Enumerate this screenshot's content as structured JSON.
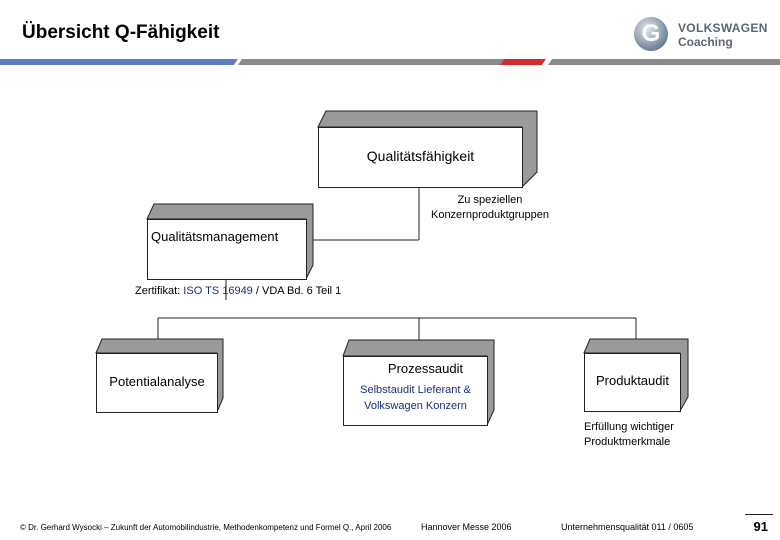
{
  "header": {
    "title": "Übersicht Q-Fähigkeit",
    "logo": {
      "icon": "vw-coaching-logo-icon",
      "line1": "VOLKSWAGEN",
      "line2": "Coaching",
      "glyph": "G"
    }
  },
  "diagram": {
    "top": {
      "label": "Qualitätsfähigkeit",
      "note_line1": "Zu speziellen",
      "note_line2": "Konzernproduktgruppen"
    },
    "management": {
      "label": "Qualitätsmanagement",
      "cert_prefix": "Zertifikat: ",
      "cert_link": "ISO TS 16949",
      "cert_suffix": " / VDA Bd. 6 Teil 1"
    },
    "potential": {
      "label": "Potentialanalyse"
    },
    "process": {
      "label": "Prozessaudit",
      "sub_line1": "Selbstaudit Lieferant &",
      "sub_line2": "Volkswagen Konzern"
    },
    "product": {
      "label": "Produktaudit",
      "note_line1": "Erfüllung wichtiger",
      "note_line2": "Produktmerkmale"
    }
  },
  "footer": {
    "copyright": "© Dr. Gerhard Wysocki – Zukunft der Automobilindustrie, Methodenkompetenz und Formel Q., April 2006",
    "event": "Hannover Messe 2006",
    "doc": "Unternehmensqualität 011 / 0605",
    "page": "91"
  },
  "colors": {
    "stripe_blue": "#5b7fbf",
    "stripe_gray": "#8a8a8a",
    "stripe_red": "#d22b2b",
    "box_shadow": "#9a9a9a",
    "link_blue": "#1a2f7a"
  }
}
